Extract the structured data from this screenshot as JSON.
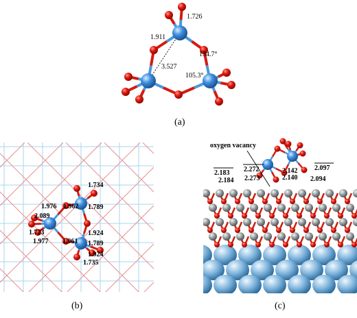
{
  "panel_a": {
    "caption": "(a)",
    "bond_1": "1.726",
    "bond_2": "1.911",
    "angle_1": "134.7°",
    "distance": "3.527",
    "angle_2": "105.3°"
  },
  "panel_b": {
    "caption": "(b)",
    "labels": [
      "1.734",
      "1.976",
      "1.962",
      "1.789",
      "2.089",
      "1.924",
      "1.723",
      "1.977",
      "1.961",
      "1.924",
      "1.789",
      "1.735"
    ]
  },
  "panel_c": {
    "caption": "(c)",
    "annotation": "oxygen vacancy",
    "labels": [
      "2.183",
      "2.184",
      "2.272",
      "2.273",
      "2.142",
      "2.140",
      "2.097",
      "2.094"
    ]
  },
  "colors": {
    "oxygen": "#e01010",
    "metal": "#3f8fe0",
    "gray_atom": "#9aa0a2",
    "grid_blue": "#a8d4ee",
    "grid_red": "#e89090"
  }
}
